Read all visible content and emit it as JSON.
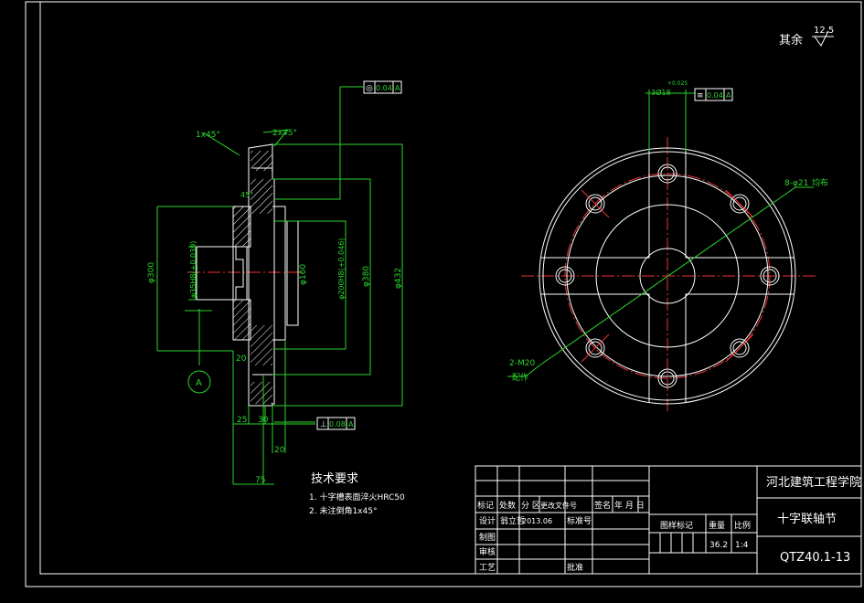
{
  "roughness": {
    "label": "其余",
    "value": "12.5"
  },
  "section_view": {
    "chamfer_left": "1x45°",
    "chamfer_right": "2x45°",
    "dim_300": "φ300",
    "dim_shaft": "φ35H8(+0.039)",
    "dim_spigot": "φ160",
    "dim_bolt_circle": "φ200H8(+0.046)",
    "dim_pcd": "φ380",
    "dim_outer": "φ432",
    "dim_20_a": "20",
    "dim_25": "25",
    "dim_30": "30",
    "dim_20_b": "20",
    "dim_75": "75",
    "dim_angle": "45°",
    "datum": "A",
    "fcf_top": {
      "symbol": "◎",
      "tol": "0.04",
      "datum": "A"
    },
    "fcf_bottom": {
      "symbol": "⊥",
      "tol": "0.08",
      "datum": "A"
    }
  },
  "front_view": {
    "dim_hole": "3Ø18",
    "dim_hole_tol": "+0.025",
    "fcf": {
      "symbol": "≡",
      "tol": "0.04",
      "datum": "A"
    },
    "holes_top": "8-φ21",
    "holes_top_note": "均布",
    "holes_bottom": "2-M20",
    "holes_bottom_note": "配作"
  },
  "tech_req": {
    "title": "技术要求",
    "items": [
      "1. 十字槽表面淬火HRC50",
      "2. 未注倒角1x45°"
    ]
  },
  "title_block": {
    "school": "河北建筑工程学院",
    "part_name": "十字联轴节",
    "drawing_no": "QTZ40.1-13",
    "headers": [
      "标记",
      "处数",
      "分 区",
      "更改文件号",
      "签名",
      "年 月 日"
    ],
    "row_design": {
      "label": "设计",
      "name": "翁立哲",
      "date": "2013.06",
      "std": "标准号"
    },
    "labels_left": [
      "制图",
      "审核",
      "工艺"
    ],
    "approve": "批准",
    "stage_label": "图样标记",
    "weight_label": "重量",
    "scale_label": "比例",
    "weight": "36.2",
    "scale": "1:4"
  }
}
